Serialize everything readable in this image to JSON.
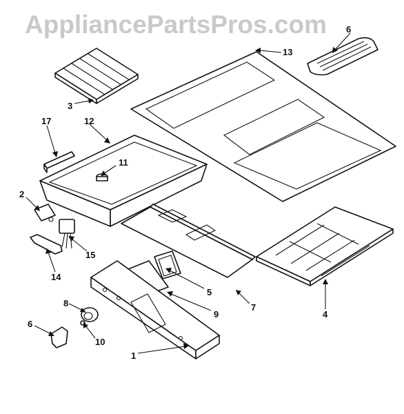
{
  "watermark": "AppliancePartsPros.com",
  "callouts": {
    "c1": "1",
    "c2": "2",
    "c3": "3",
    "c4": "4",
    "c5": "5",
    "c6a": "6",
    "c6b": "6",
    "c7": "7",
    "c8": "8",
    "c9": "9",
    "c10": "10",
    "c11": "11",
    "c12": "12",
    "c13": "13",
    "c14": "14",
    "c15": "15",
    "c17": "17"
  },
  "colors": {
    "line": "#111111",
    "watermark": "#c9c9c9",
    "background": "#ffffff"
  }
}
